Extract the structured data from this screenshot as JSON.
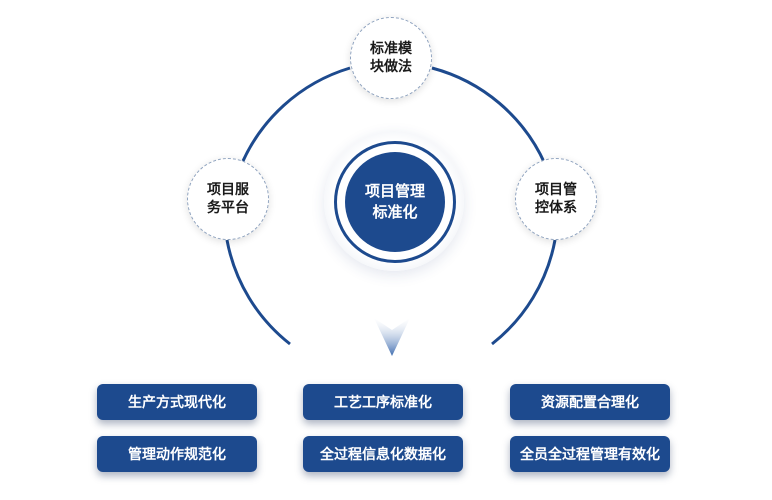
{
  "colors": {
    "primary": "#1d4a8e",
    "node_border": "#8fa3bf",
    "text_dark": "#1a1a1a"
  },
  "center": {
    "label": "项目管理\n标准化"
  },
  "nodes": [
    {
      "label": "标准模\n块做法"
    },
    {
      "label": "项目服\n务平台"
    },
    {
      "label": "项目管\n控体系"
    }
  ],
  "outcomes": [
    {
      "label": "生产方式现代化"
    },
    {
      "label": "工艺工序标准化"
    },
    {
      "label": "资源配置合理化"
    },
    {
      "label": "管理动作规范化"
    },
    {
      "label": "全过程信息化数据化"
    },
    {
      "label": "全员全过程管理有效化"
    }
  ]
}
